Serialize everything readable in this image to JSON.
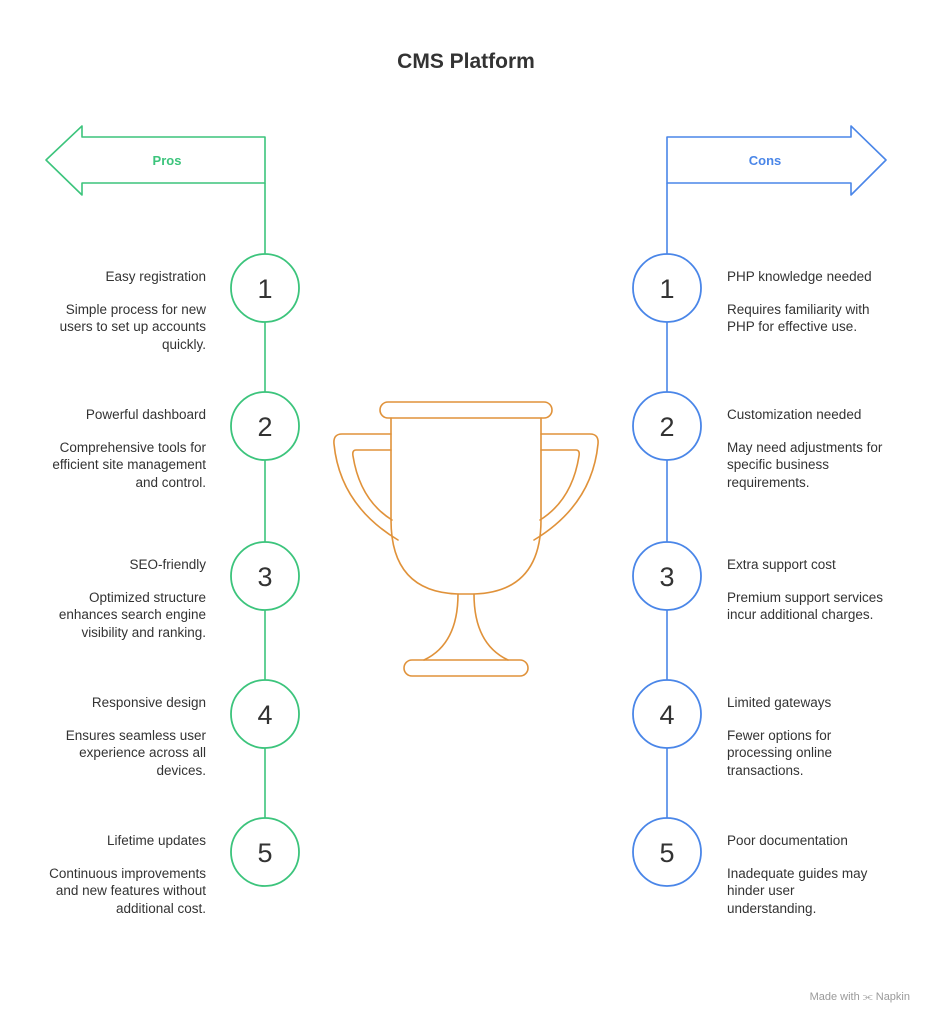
{
  "title": "CMS Platform",
  "colors": {
    "pros": "#3cc47c",
    "cons": "#4a86e8",
    "trophy": "#e0923a",
    "text": "#333333"
  },
  "pros": {
    "label": "Pros",
    "items": [
      {
        "number": "1",
        "title": "Easy registration",
        "desc": "Simple process for new users to set up accounts quickly."
      },
      {
        "number": "2",
        "title": "Powerful dashboard",
        "desc": "Comprehensive tools for efficient site management and control."
      },
      {
        "number": "3",
        "title": "SEO-friendly",
        "desc": "Optimized structure enhances search engine visibility and ranking."
      },
      {
        "number": "4",
        "title": "Responsive design",
        "desc": "Ensures seamless user experience across all devices."
      },
      {
        "number": "5",
        "title": "Lifetime updates",
        "desc": "Continuous improvements and new features without additional cost."
      }
    ]
  },
  "cons": {
    "label": "Cons",
    "items": [
      {
        "number": "1",
        "title": "PHP knowledge needed",
        "desc": "Requires familiarity with PHP for effective use."
      },
      {
        "number": "2",
        "title": "Customization needed",
        "desc": "May need adjustments for specific business requirements."
      },
      {
        "number": "3",
        "title": "Extra support cost",
        "desc": "Premium support services incur additional charges."
      },
      {
        "number": "4",
        "title": "Limited gateways",
        "desc": "Fewer options for processing online transactions."
      },
      {
        "number": "5",
        "title": "Poor documentation",
        "desc": "Inadequate guides may hinder user understanding."
      }
    ]
  },
  "footer": {
    "made_with": "Made with",
    "brand": "Napkin"
  }
}
